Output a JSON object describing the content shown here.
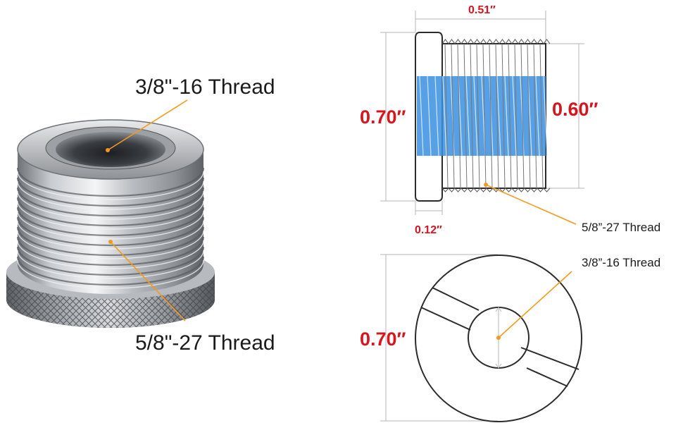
{
  "photo": {
    "top_label": "3/8\"-16 Thread",
    "bottom_label": "5/8\"-27 Thread"
  },
  "side_view": {
    "overall_length": "0.51″",
    "flange_diameter": "0.70″",
    "thread_diameter": "0.60″",
    "flange_thickness": "0.12″",
    "thread_label": "5/8”-27 Thread"
  },
  "front_view": {
    "diameter": "0.70″",
    "thread_label": "3/8”-16 Thread"
  },
  "colors": {
    "dimension_red": "#d4161f",
    "leader_orange": "#f39a1e",
    "inner_thread_blue": "#3b8fe0"
  }
}
